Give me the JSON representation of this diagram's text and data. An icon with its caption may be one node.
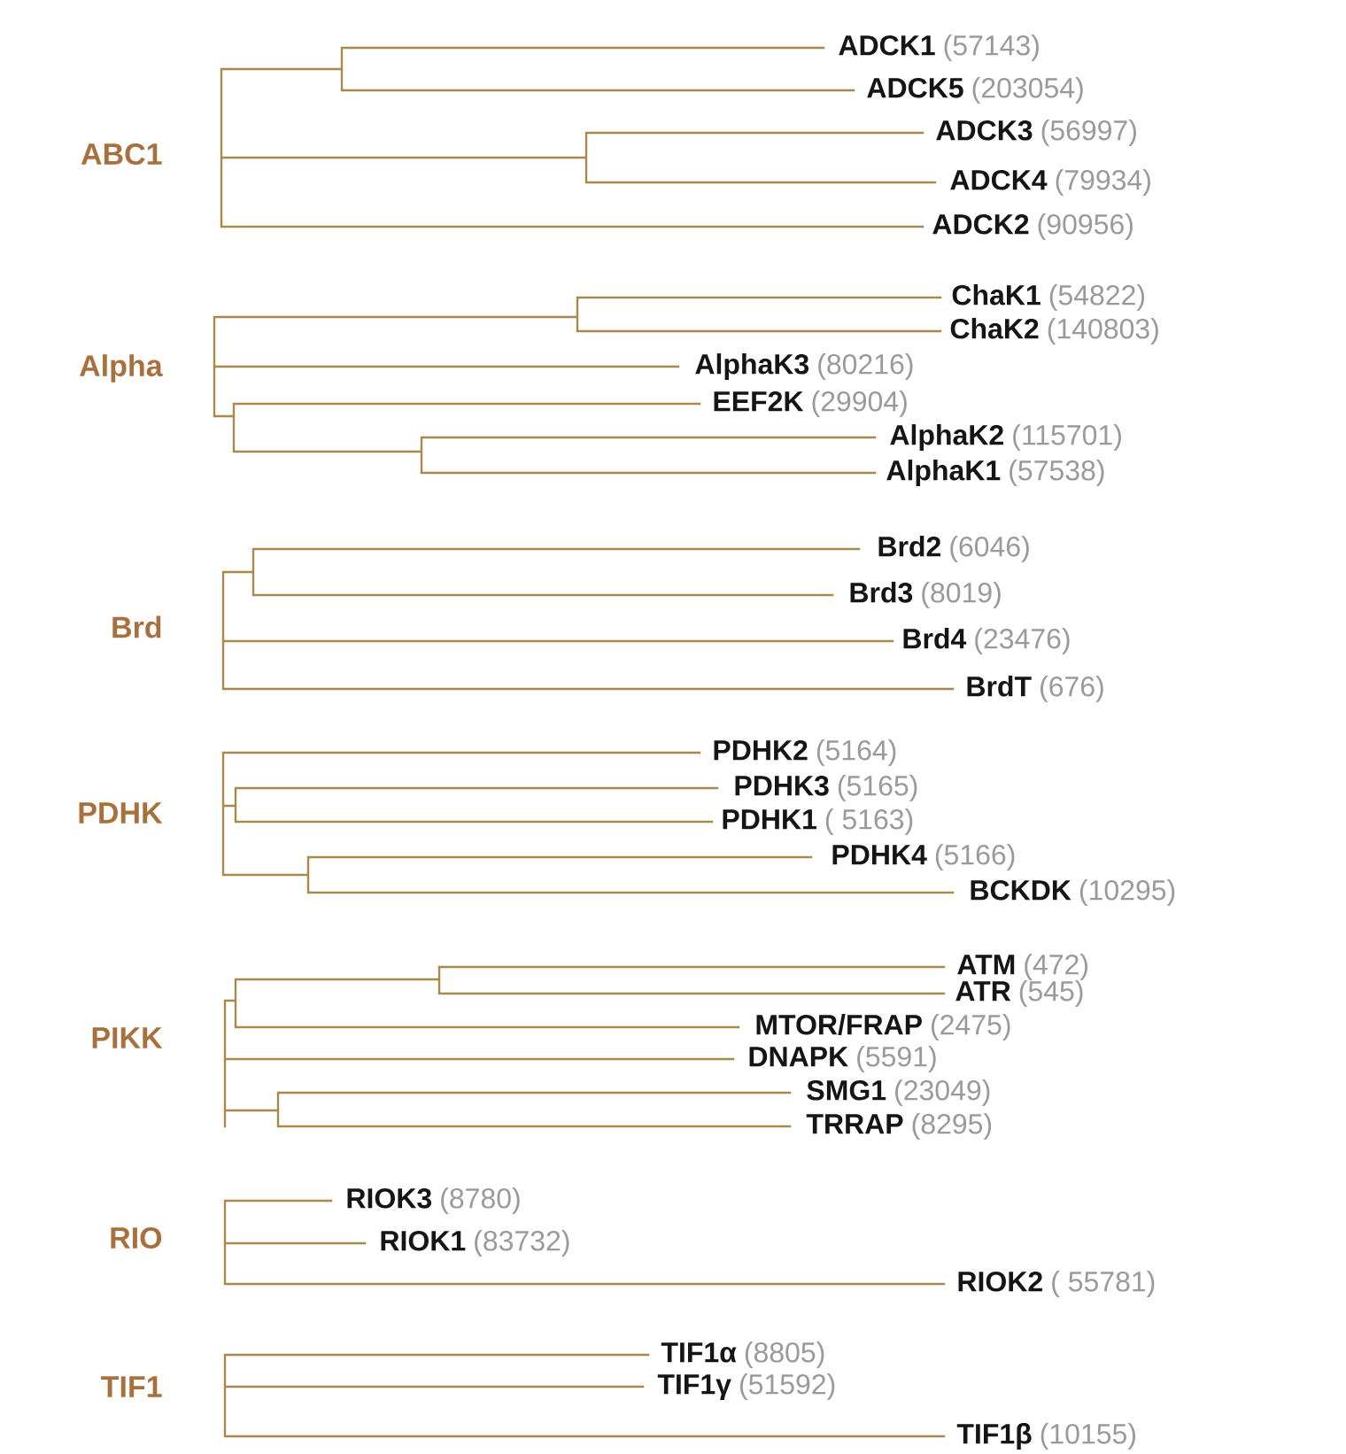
{
  "diagram": {
    "nodes": [
      {
        "text": [
          "ADCK1",
          "(57143)"
        ]
      },
      {
        "text": [
          "ADCK5",
          "(203054)"
        ]
      },
      {
        "text": [
          "ADCK3",
          "(56997)"
        ]
      },
      {
        "text": [
          "ADCK4",
          "(79934)"
        ]
      },
      {
        "text": [
          "ADCK2",
          "(90956)"
        ]
      },
      {
        "text": [
          "ChaK1",
          "(54822)"
        ]
      },
      {
        "text": [
          "ChaK2",
          "(140803)"
        ]
      },
      {
        "text": [
          "AlphaK3",
          "(80216)"
        ]
      },
      {
        "text": [
          "EEF2K",
          "(29904)"
        ]
      },
      {
        "text": [
          "AlphaK2",
          "(115701)"
        ]
      },
      {
        "text": [
          "AlphaK1",
          "(57538)"
        ]
      },
      {
        "text": [
          "Brd2",
          "(6046)"
        ]
      },
      {
        "text": [
          "Brd3",
          "(8019)"
        ]
      },
      {
        "text": [
          "Brd4",
          "(23476)"
        ]
      },
      {
        "text": [
          "BrdT",
          "(676)"
        ]
      },
      {
        "text": [
          "PDHK2",
          "(5164)"
        ]
      },
      {
        "text": [
          "PDHK3",
          "(5165)"
        ]
      },
      {
        "text": [
          "PDHK1",
          "( 5163)"
        ]
      },
      {
        "text": [
          "PDHK4",
          "(5166)"
        ]
      },
      {
        "text": [
          "BCKDK",
          "(10295)"
        ]
      },
      {
        "text": [
          "ATM",
          "(472)"
        ]
      },
      {
        "text": [
          "ATR",
          "(545)"
        ]
      },
      {
        "text": [
          "MTOR/FRAP",
          "(2475)"
        ]
      },
      {
        "text": [
          "DNAPK",
          "(5591)"
        ]
      },
      {
        "text": [
          "SMG1",
          "(23049)"
        ]
      },
      {
        "text": [
          "TRRAP",
          "(8295)"
        ]
      },
      {
        "text": [
          "RIOK3",
          "(8780)"
        ]
      },
      {
        "text": [
          "RIOK1",
          "(83732)"
        ]
      },
      {
        "text": [
          "RIOK2",
          "( 55781)"
        ]
      },
      {
        "text": [
          "TIF1α",
          "(8805)"
        ]
      },
      {
        "text": [
          "TIF1γ",
          "(51592)"
        ]
      },
      {
        "text": [
          "TIF1β",
          "(10155)"
        ]
      }
    ],
    "labels": [
      "ABC1",
      "Alpha",
      "Brd",
      "PDHK",
      "PIKK",
      "RIO",
      "TIF1"
    ]
  }
}
